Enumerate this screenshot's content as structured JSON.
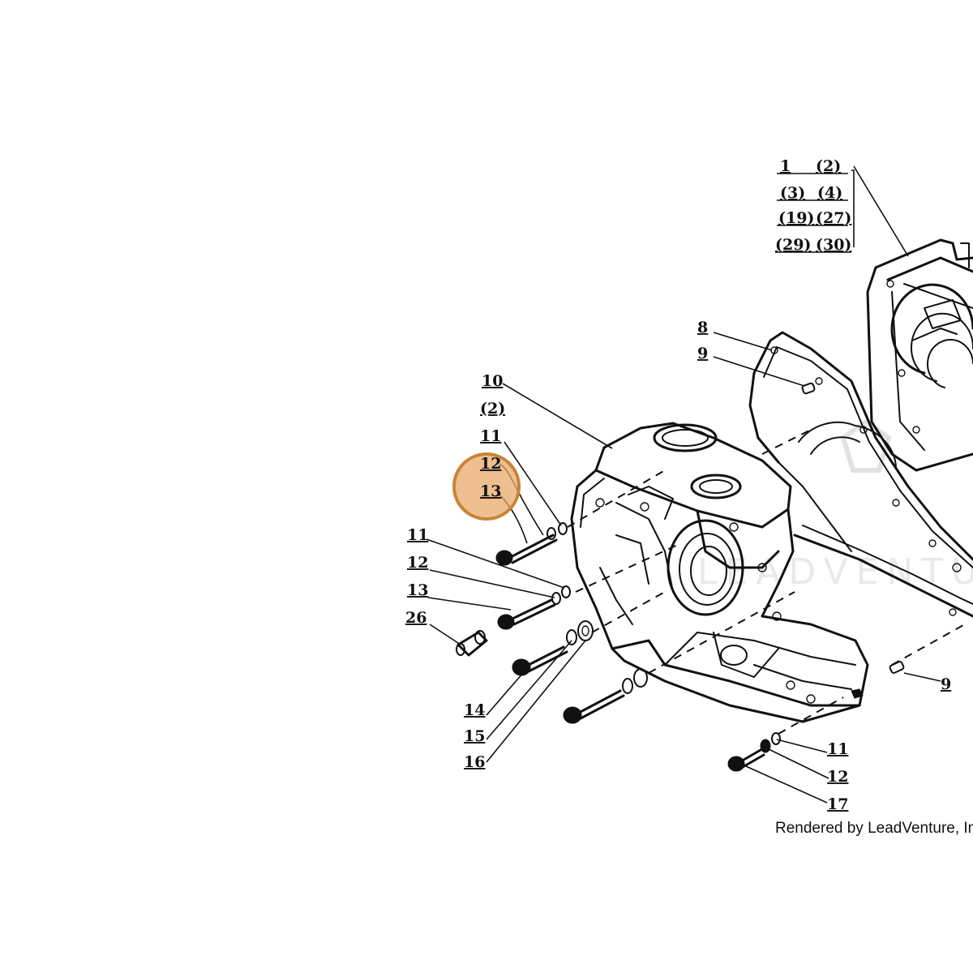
{
  "diagram": {
    "labels": {
      "l_1": "1",
      "l_2a": "(2)",
      "l_3": "(3)",
      "l_4": "(4)",
      "l_19": "(19)",
      "l_27": "(27)",
      "l_29": "(29)",
      "l_30": "(30)",
      "l_8": "8",
      "l_9a": "9",
      "l_10": "10",
      "l_2b": "(2)",
      "l_11a": "11",
      "l_12a": "12",
      "l_13a": "13",
      "l_11b": "11",
      "l_12b": "12",
      "l_13b": "13",
      "l_26": "26",
      "l_14": "14",
      "l_15": "15",
      "l_16": "16",
      "l_9b": "9",
      "l_11c": "11",
      "l_12c": "12",
      "l_17": "17"
    },
    "credit": "Rendered by LeadVenture, Inc",
    "watermark": "LEADVENTURE",
    "highlight_color": "#e8a96a",
    "highlight_ring_color": "#c98436"
  }
}
